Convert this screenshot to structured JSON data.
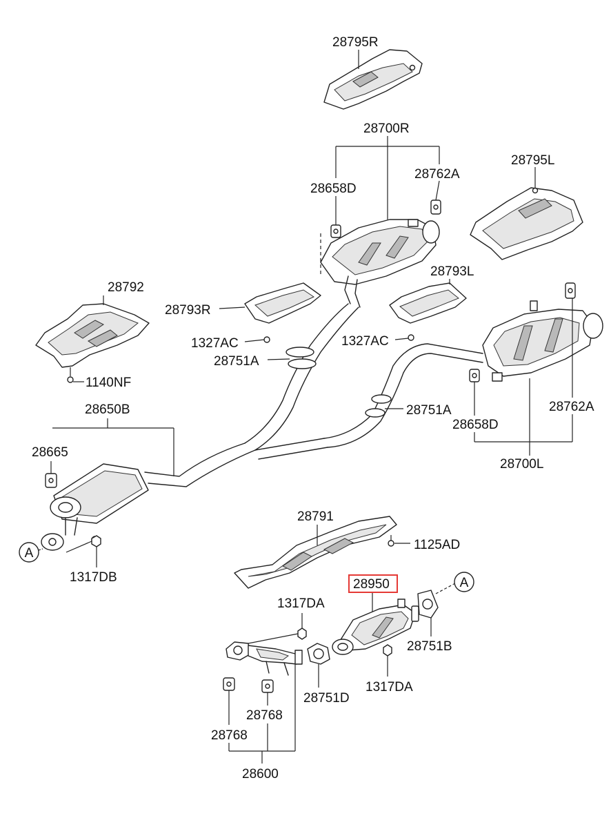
{
  "labels": {
    "l28795R": "28795R",
    "l28700R": "28700R",
    "l28658D_top": "28658D",
    "l28762A_top": "28762A",
    "l28795L": "28795L",
    "l28792": "28792",
    "l28793R": "28793R",
    "l28793L": "28793L",
    "l1327AC_left": "1327AC",
    "l1327AC_right": "1327AC",
    "l28751A_upper": "28751A",
    "l1140NF": "1140NF",
    "l28650B": "28650B",
    "l28665": "28665",
    "l28751A_lower": "28751A",
    "l28658D_bottom": "28658D",
    "l28762A_bottom": "28762A",
    "l28700L": "28700L",
    "l28791": "28791",
    "l1125AD": "1125AD",
    "l1317DB": "1317DB",
    "l28950": "28950",
    "l1317DA_upper": "1317DA",
    "l28751B": "28751B",
    "l1317DA_lower": "1317DA",
    "l28751D": "28751D",
    "l28768_right": "28768",
    "l28768_left": "28768",
    "l28600": "28600",
    "markerA_left": "A",
    "markerA_right": "A"
  },
  "highlight": {
    "label": "28950",
    "color": "#e53935"
  }
}
